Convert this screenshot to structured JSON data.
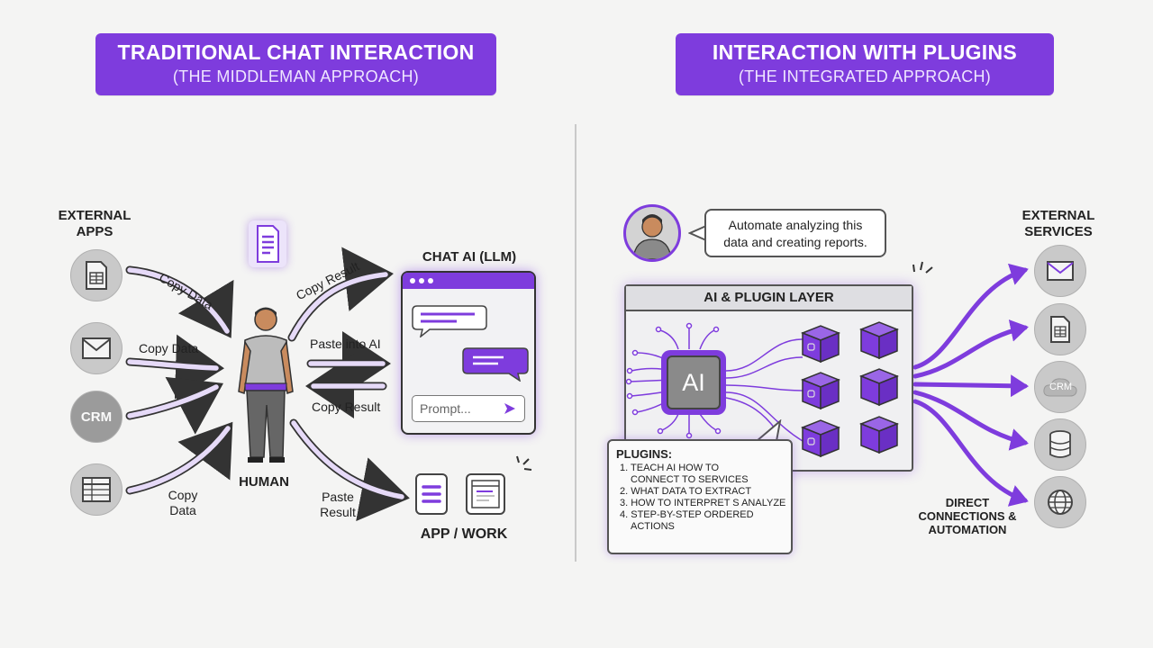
{
  "left": {
    "banner": {
      "title": "TRADITIONAL CHAT INTERACTION",
      "subtitle": "(THE MIDDLEMAN APPROACH)"
    },
    "external_apps": {
      "line1": "EXTERNAL",
      "line2": "APPS"
    },
    "apps": [
      {
        "icon": "spreadsheet-doc-icon"
      },
      {
        "icon": "envelope-icon"
      },
      {
        "label": "CRM"
      },
      {
        "icon": "table-icon"
      }
    ],
    "arrow_labels": {
      "copy_data_1": "Copy Data",
      "copy_data_2": "Copy Data",
      "copy_line1": "Copy",
      "copy_line2": "Data",
      "copy_result_1": "Copy Result",
      "paste_into_ai": "Paste into AI",
      "copy_result_2": "Copy Result",
      "paste_line1": "Paste",
      "paste_line2": "Result"
    },
    "human_label": "HUMAN",
    "chat_title": "CHAT AI (LLM)",
    "prompt_placeholder": "Prompt...",
    "app_work_label": "APP / WORK"
  },
  "right": {
    "banner": {
      "title": "INTERACTION WITH PLUGINS",
      "subtitle": "(THE INTEGRATED APPROACH)"
    },
    "speech": {
      "line1": "Automate analyzing this",
      "line2": "data and creating reports."
    },
    "layer_title": "AI & PLUGIN LAYER",
    "chip_label": "AI",
    "plugins": {
      "title": "PLUGINS:",
      "items": [
        "1. Teach AI how to",
        "Connect to services",
        "2. What data to extract",
        "3. How to interpret s analyze",
        "4. Step-by-step ordered",
        "Actions"
      ]
    },
    "external_services": {
      "line1": "EXTERNAL",
      "line2": "SERVICES"
    },
    "services": [
      {
        "icon": "envelope-icon"
      },
      {
        "icon": "spreadsheet-doc-icon"
      },
      {
        "label": "CRM"
      },
      {
        "icon": "database-icon"
      },
      {
        "icon": "globe-icon"
      }
    ],
    "direct": {
      "line1": "DIRECT",
      "line2": "CONNECTIONS &",
      "line3": "AUTOMATION"
    }
  },
  "colors": {
    "accent": "#7e3cdd",
    "light_accent": "#ece4fa",
    "gray": "#c9c9c9"
  }
}
